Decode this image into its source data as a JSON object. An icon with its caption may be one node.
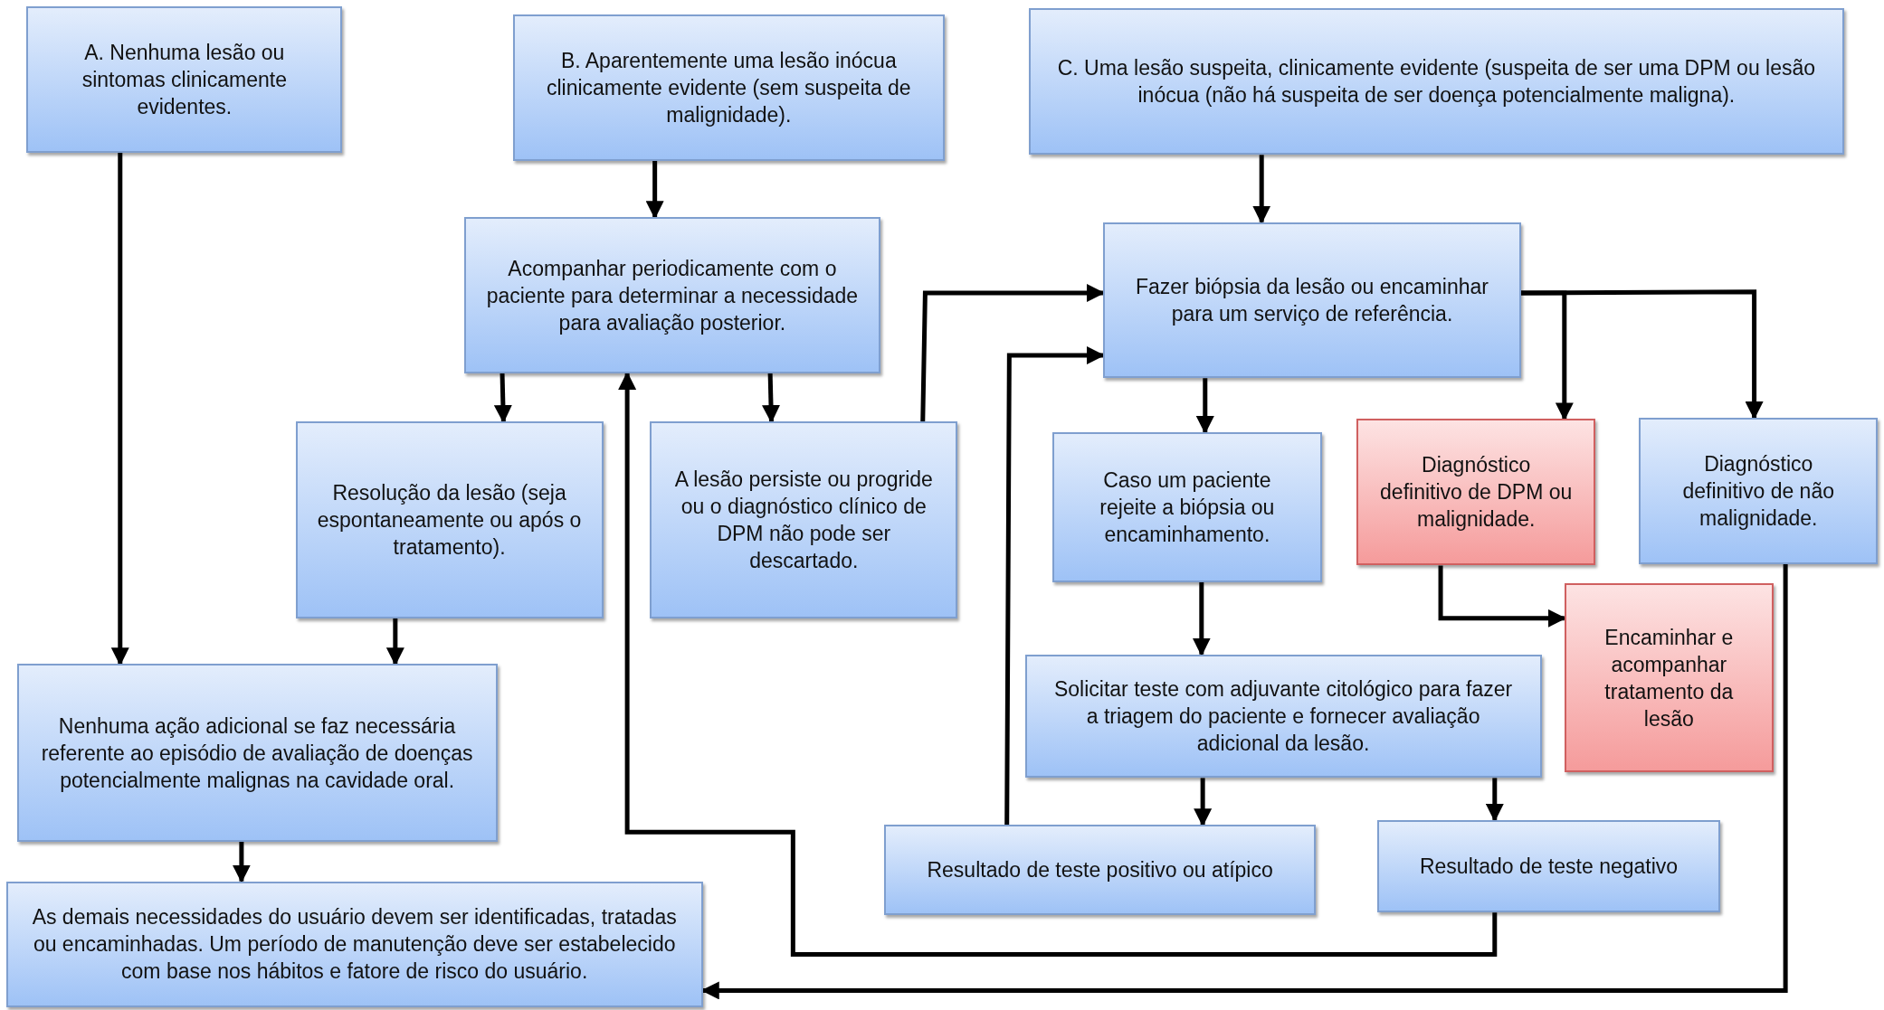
{
  "diagram": {
    "nodes": [
      {
        "text": [
          "A. Nenhuma lesão ou sintomas clinicamente evidentes."
        ]
      },
      {
        "text": [
          "B. Aparentemente uma lesão inócua clinicamente evidente (sem suspeita de malignidade)."
        ]
      },
      {
        "text": [
          "C. Uma lesão suspeita, clinicamente evidente (suspeita de ser uma DPM ou lesão inócua (não há suspeita de ser doença potencialmente maligna)."
        ]
      },
      {
        "text": [
          "Acompanhar periodicamente com o paciente para determinar a necessidade para avaliação posterior."
        ]
      },
      {
        "text": [
          "Fazer biópsia da lesão ou encaminhar para um serviço de referência."
        ]
      },
      {
        "text": [
          "Resolução da lesão (seja espontaneamente ou após o tratamento)."
        ]
      },
      {
        "text": [
          "A lesão persiste ou progride ou o diagnóstico clínico de DPM não pode ser descartado."
        ]
      },
      {
        "text": [
          "Caso um paciente rejeite a biópsia ou encaminhamento."
        ]
      },
      {
        "text": [
          "Diagnóstico definitivo de DPM ou malignidade."
        ]
      },
      {
        "text": [
          "Diagnóstico definitivo de não malignidade."
        ]
      },
      {
        "text": [
          "Encaminhar e acompanhar tratamento da lesão"
        ]
      },
      {
        "text": [
          "Nenhuma ação adicional se faz necessária referente ao episódio de avaliação de doenças potencialmente malignas na cavidade oral."
        ]
      },
      {
        "text": [
          "Solicitar teste com adjuvante citológico para fazer a triagem do paciente e fornecer avaliação adicional da lesão."
        ]
      },
      {
        "text": [
          "Resultado de teste positivo ou atípico"
        ]
      },
      {
        "text": [
          "Resultado de teste negativo"
        ]
      },
      {
        "text": [
          "As demais necessidades do usuário devem ser identificadas, tratadas ou encaminhadas. Um período de manutenção deve ser estabelecido com base nos hábitos e fatore de risco do usuário."
        ]
      }
    ],
    "edges": [
      {
        "from": 0,
        "to": 11,
        "arrow": "to"
      },
      {
        "from": 1,
        "to": 3,
        "arrow": "to"
      },
      {
        "from": 2,
        "to": 4,
        "arrow": "to"
      },
      {
        "from": 3,
        "to": 5,
        "arrow": "to"
      },
      {
        "from": 3,
        "to": 6,
        "arrow": "to"
      },
      {
        "from": 6,
        "to": 4,
        "arrow": "to"
      },
      {
        "from": 4,
        "to": 7,
        "arrow": "to"
      },
      {
        "from": 4,
        "to": 8,
        "arrow": "to"
      },
      {
        "from": 4,
        "to": 9,
        "arrow": "to"
      },
      {
        "from": 8,
        "to": 10,
        "arrow": "to"
      },
      {
        "from": 5,
        "to": 11,
        "arrow": "to"
      },
      {
        "from": 11,
        "to": 15,
        "arrow": "to"
      },
      {
        "from": 7,
        "to": 12,
        "arrow": "to"
      },
      {
        "from": 12,
        "to": 13,
        "arrow": "to"
      },
      {
        "from": 12,
        "to": 14,
        "arrow": "to"
      },
      {
        "from": 13,
        "to": 4,
        "arrow": "to"
      },
      {
        "from": 14,
        "to": 3,
        "arrow": "to"
      },
      {
        "from": 9,
        "to": 15,
        "arrow": "to"
      }
    ]
  }
}
